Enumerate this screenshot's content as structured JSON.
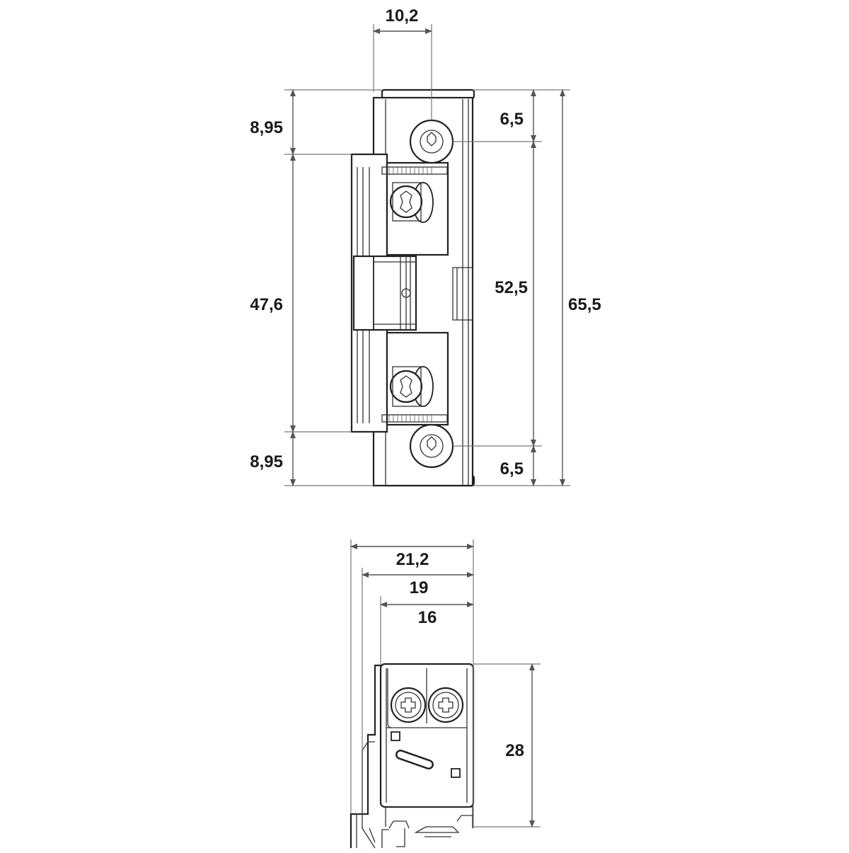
{
  "front_view": {
    "dims": {
      "width_top": "10,2",
      "top_offset_left": "8,95",
      "bottom_offset_left": "8,95",
      "middle_left": "47,6",
      "top_screw_right": "6,5",
      "bottom_screw_right": "6,5",
      "screw_spacing": "52,5",
      "total_height": "65,5"
    }
  },
  "side_view": {
    "dims": {
      "width_total": "21,2",
      "width_mid": "19",
      "width_inner": "16",
      "height": "28"
    }
  }
}
